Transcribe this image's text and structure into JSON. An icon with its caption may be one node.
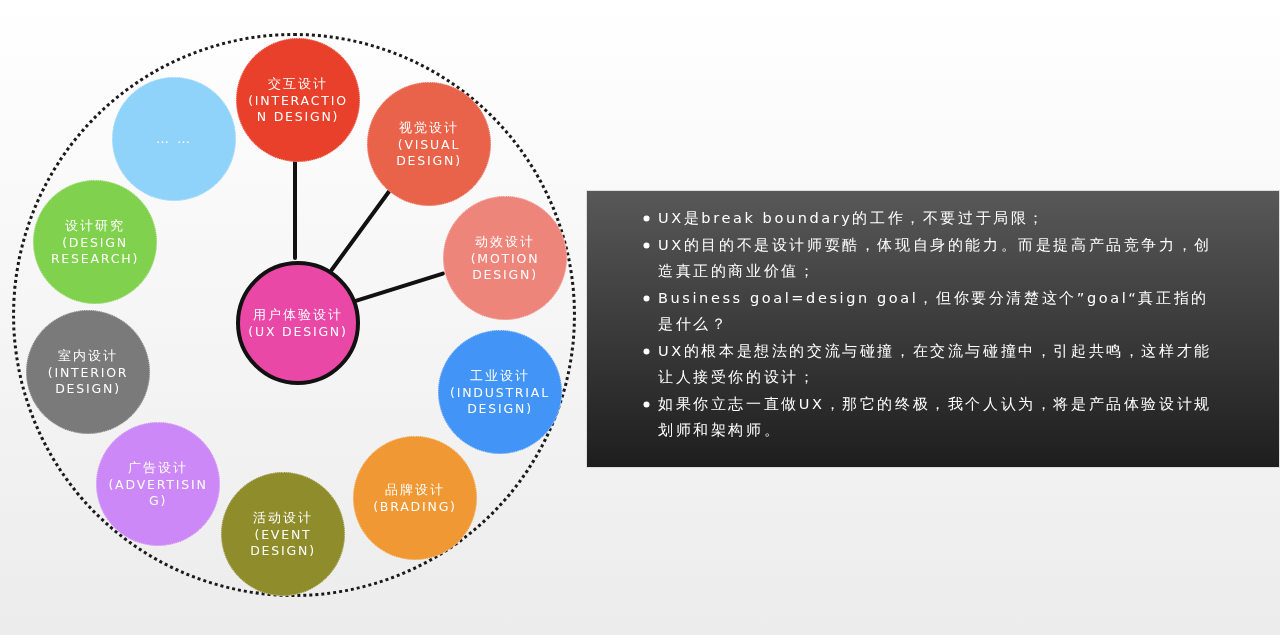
{
  "diagram": {
    "nodes": [
      {
        "text": [],
        "shape": "circle"
      },
      {
        "text": [
          "用户体验设计",
          "(UX DESIGN)"
        ],
        "in": 0
      },
      {
        "text": [
          "交互设计",
          "(INTERACTION DESIGN)"
        ],
        "in": 0
      },
      {
        "text": [
          "视觉设计",
          "(VISUAL DESIGN)"
        ],
        "in": 0
      },
      {
        "text": [
          "动效设计",
          "(MOTION DESIGN)"
        ],
        "in": 0
      },
      {
        "text": [
          "工业设计",
          "(INDUSTRIAL DESIGN)"
        ],
        "in": 0
      },
      {
        "text": [
          "品牌设计",
          "(BRADING)"
        ],
        "in": 0
      },
      {
        "text": [
          "活动设计",
          "(EVENT DESIGN)"
        ],
        "in": 0
      },
      {
        "text": [
          "广告设计",
          "(ADVERTISING)"
        ],
        "in": 0
      },
      {
        "text": [
          "室内设计",
          "(INTERIOR DESIGN)"
        ],
        "in": 0
      },
      {
        "text": [
          "设计研究",
          "(DESIGN RESEARCH)"
        ],
        "in": 0
      },
      {
        "text": [
          "… …"
        ],
        "in": 0
      },
      {
        "text": [
          "UX是break boundary的工作，不要过于局限；",
          "UX的目的不是设计师耍酷，体现自身的能力。而是提高产品竞争力，创造真正的商业价值；",
          "Business goal=design goal，但你要分清楚这个”goal“真正指的是什么？",
          "UX的根本是想法的交流与碰撞，在交流与碰撞中，引起共鸣，这样才能让人接受你的设计；",
          "如果你立志一直做UX，那它的终极，我个人认为，将是产品体验设计规划师和架构师。"
        ]
      }
    ],
    "edges": [
      {
        "from": 1,
        "to": 2,
        "arrow": "none"
      },
      {
        "from": 1,
        "to": 3,
        "arrow": "none"
      },
      {
        "from": 1,
        "to": 4,
        "arrow": "none"
      }
    ]
  }
}
